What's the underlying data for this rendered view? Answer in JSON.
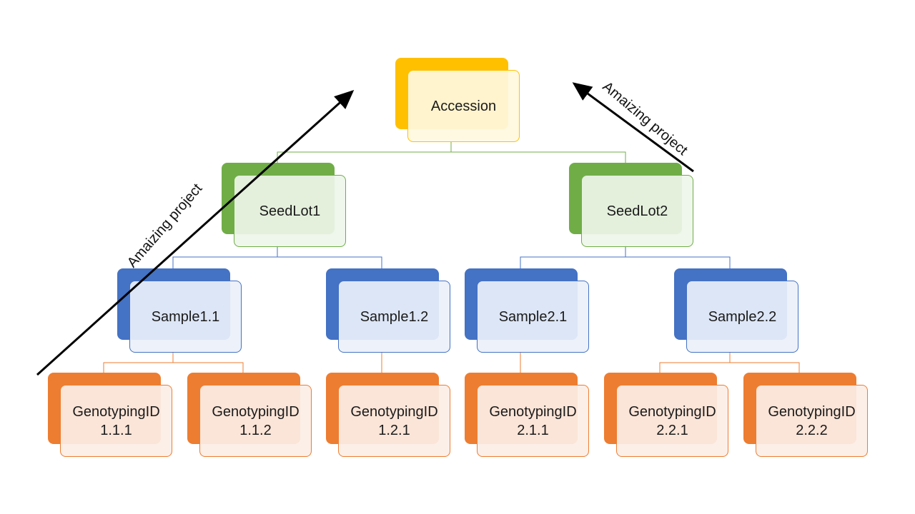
{
  "colors": {
    "accession": "#FFC000",
    "seedlot": "#70AD47",
    "sample": "#4472C4",
    "genotyping": "#ED7D31",
    "arrow": "#000000"
  },
  "nodes": {
    "accession": "Accession",
    "seedlot1": "SeedLot1",
    "seedlot2": "SeedLot2",
    "sample11": "Sample1.1",
    "sample12": "Sample1.2",
    "sample21": "Sample2.1",
    "sample22": "Sample2.2",
    "g111": "GenotypingID\n1.1.1",
    "g112": "GenotypingID\n1.1.2",
    "g121": "GenotypingID\n1.2.1",
    "g211": "GenotypingID\n2.1.1",
    "g221": "GenotypingID\n2.2.1",
    "g222": "GenotypingID\n2.2.2"
  },
  "arrows": {
    "left_label": "Amaizing project",
    "right_label": "Amaizing project"
  }
}
